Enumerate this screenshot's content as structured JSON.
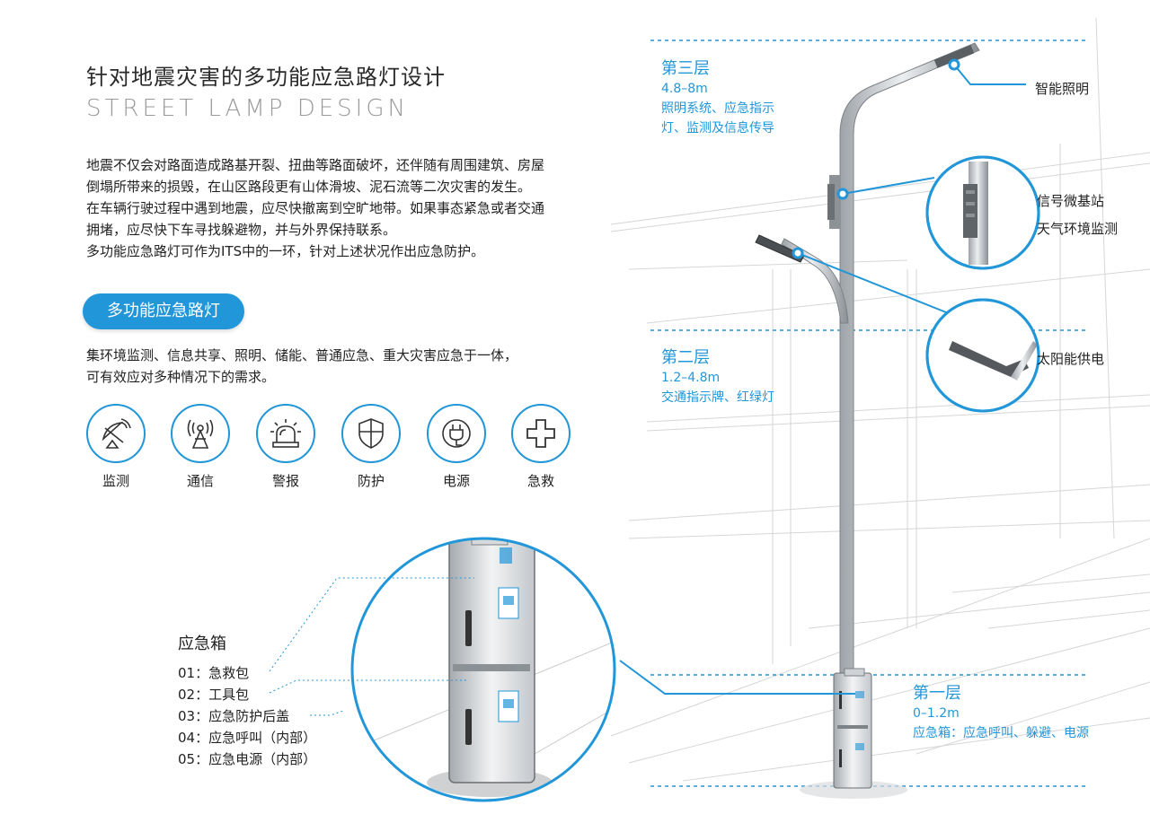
{
  "header": {
    "title": "针对地震灾害的多功能应急路灯设计",
    "subtitle": "STREET LAMP DESIGN"
  },
  "intro": {
    "lines": [
      "地震不仅会对路面造成路基开裂、扭曲等路面破坏，还伴随有周围建筑、房屋",
      "倒塌所带来的损毁，在山区路段更有山体滑坡、泥石流等二次灾害的发生。",
      "在车辆行驶过程中遇到地震，应尽快撤离到空旷地带。如果事态紧急或者交通",
      "拥堵，应尽快下车寻找躲避物，并与外界保持联系。",
      "多功能应急路灯可作为ITS中的一环，针对上述状况作出应急防护。"
    ]
  },
  "product": {
    "pill_label": "多功能应急路灯",
    "summary_lines": [
      "集环境监测、信息共享、照明、储能、普通应急、重大灾害应急于一体，",
      "可有效应对多种情况下的需求。"
    ]
  },
  "features": [
    {
      "label": "监测",
      "icon": "satellite-dish-icon"
    },
    {
      "label": "通信",
      "icon": "signal-tower-icon"
    },
    {
      "label": "警报",
      "icon": "alarm-light-icon"
    },
    {
      "label": "防护",
      "icon": "shield-icon"
    },
    {
      "label": "电源",
      "icon": "power-plug-icon"
    },
    {
      "label": "急救",
      "icon": "first-aid-cross-icon"
    }
  ],
  "emergency_box": {
    "title": "应急箱",
    "items": [
      "01：急救包",
      "02：工具包",
      "03：应急防护后盖",
      "04：应急呼叫（内部）",
      "05：应急电源（内部）"
    ]
  },
  "layers": {
    "layer3": {
      "title": "第三层",
      "range": "4.8–8m",
      "desc_lines": [
        "照明系统、应急指示",
        "灯、监测及信息传导"
      ]
    },
    "layer2": {
      "title": "第二层",
      "range": "1.2–4.8m",
      "desc_lines": [
        "交通指示牌、红绿灯"
      ]
    },
    "layer1": {
      "title": "第一层",
      "range": "0–1.2m",
      "desc_lines": [
        "应急箱：应急呼叫、躲避、电源"
      ]
    }
  },
  "callouts": {
    "lighting": "智能照明",
    "base_station": "信号微基站",
    "weather": "天气环境监测",
    "solar": "太阳能供电"
  },
  "colors": {
    "accent": "#2196d8",
    "text": "#222222",
    "subtitle": "#9a9a9a"
  }
}
